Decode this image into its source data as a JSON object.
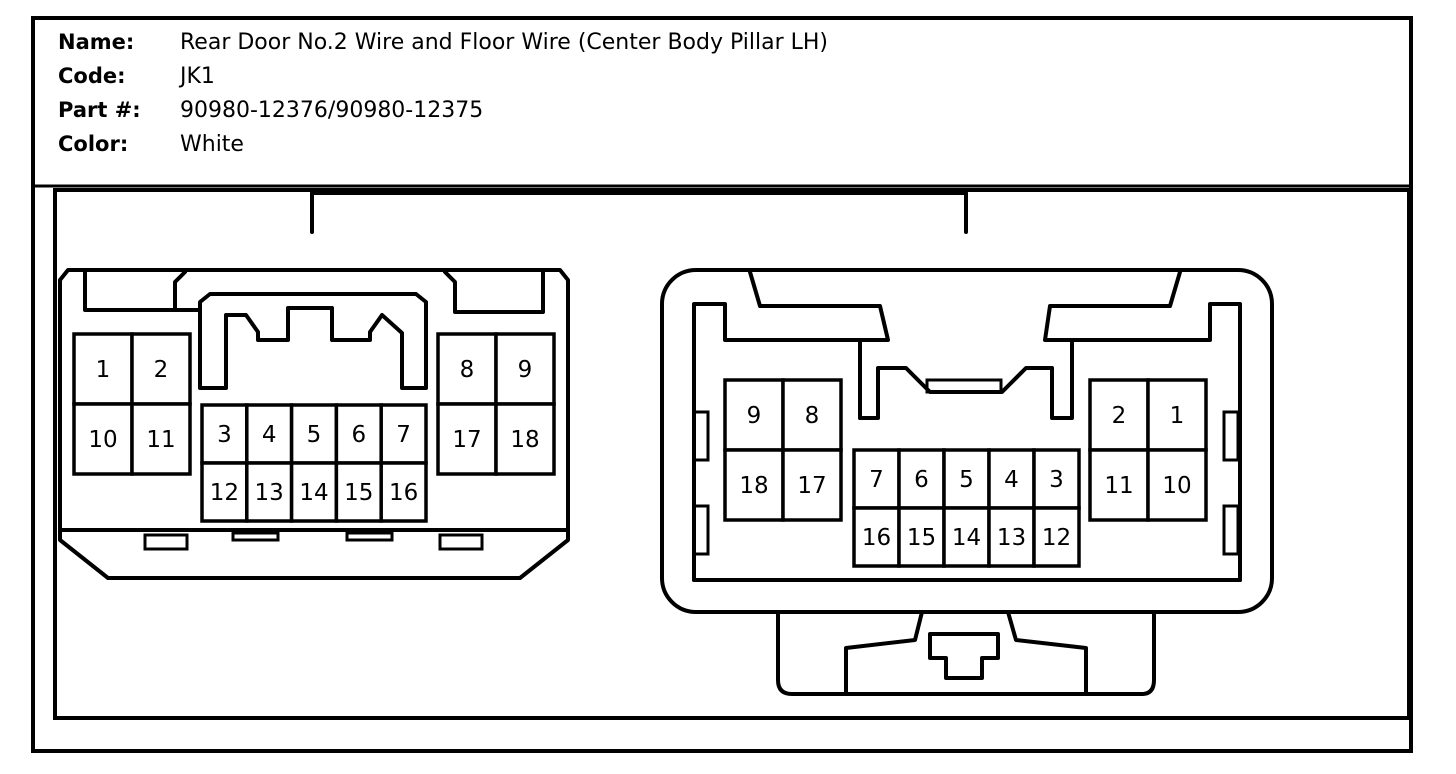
{
  "connector": {
    "fields": [
      {
        "label": "Name:",
        "value": "Rear Door No.2 Wire and Floor Wire (Center Body Pillar LH)"
      },
      {
        "label": "Code:",
        "value": "JK1"
      },
      {
        "label": "Part #:",
        "value": "90980-12376/90980-12375"
      },
      {
        "label": "Color:",
        "value": "White"
      }
    ]
  },
  "left_connector": {
    "pins_left_block": [
      [
        "1",
        "2"
      ],
      [
        "10",
        "11"
      ]
    ],
    "pins_center_block": [
      [
        "3",
        "4",
        "5",
        "6",
        "7"
      ],
      [
        "12",
        "13",
        "14",
        "15",
        "16"
      ]
    ],
    "pins_right_block": [
      [
        "8",
        "9"
      ],
      [
        "17",
        "18"
      ]
    ]
  },
  "right_connector": {
    "pins_left_block": [
      [
        "9",
        "8"
      ],
      [
        "18",
        "17"
      ]
    ],
    "pins_center_block": [
      [
        "7",
        "6",
        "5",
        "4",
        "3"
      ],
      [
        "16",
        "15",
        "14",
        "13",
        "12"
      ]
    ],
    "pins_right_block": [
      [
        "2",
        "1"
      ],
      [
        "11",
        "10"
      ]
    ]
  }
}
